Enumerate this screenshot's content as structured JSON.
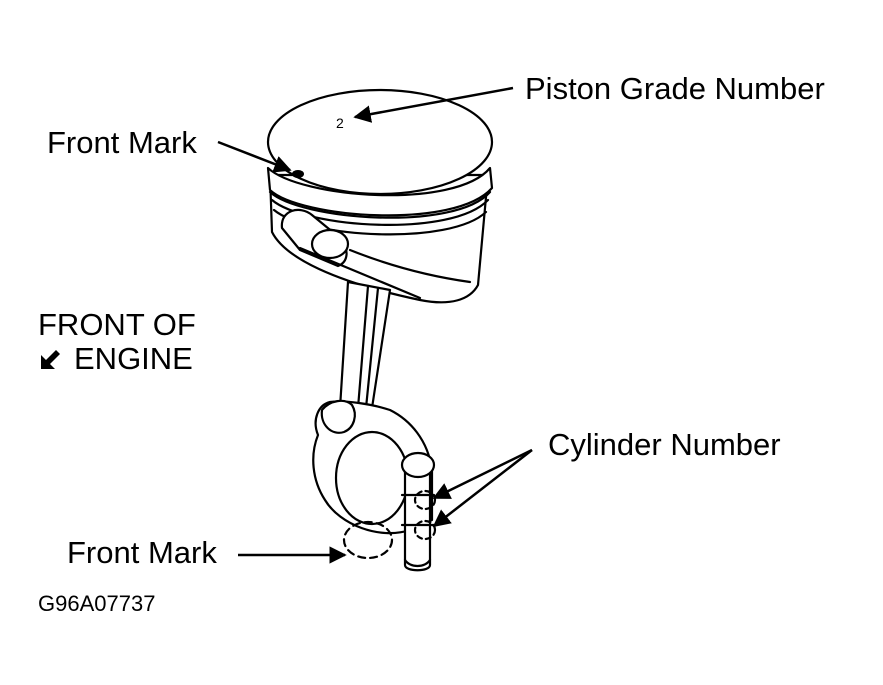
{
  "labels": {
    "piston_grade_number": "Piston Grade Number",
    "front_mark_top": "Front Mark",
    "front_of_engine_line1": "FRONT OF",
    "front_of_engine_line2": "ENGINE",
    "cylinder_number": "Cylinder Number",
    "front_mark_bottom": "Front Mark",
    "piston_stamp": "2"
  },
  "figure_code": "G96A07737",
  "icons": {
    "direction_arrow": "arrow-down-left-icon"
  },
  "colors": {
    "line": "#000000",
    "background": "#ffffff"
  }
}
